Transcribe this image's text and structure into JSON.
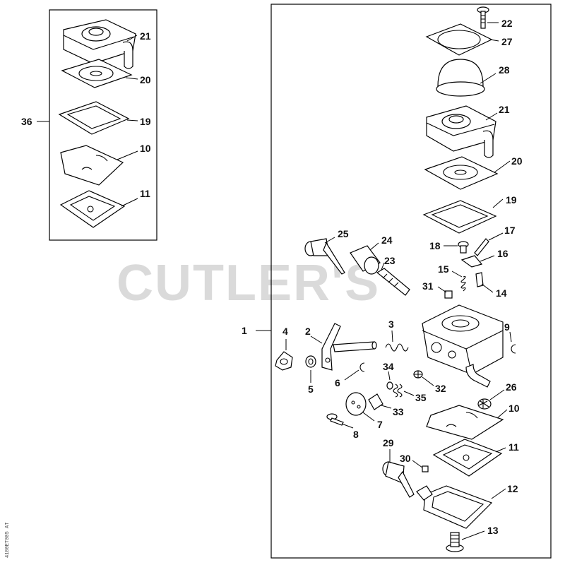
{
  "watermark": "CUTLER'S",
  "side_code": "4180ET005 AT",
  "left_panel": {
    "kit_number": "36",
    "parts": [
      "21",
      "20",
      "19",
      "10",
      "11"
    ]
  },
  "main_panel": {
    "assembly_number": "1",
    "parts": [
      "22",
      "27",
      "28",
      "21",
      "20",
      "19",
      "25",
      "24",
      "23",
      "17",
      "18",
      "16",
      "15",
      "14",
      "31",
      "4",
      "2",
      "3",
      "9",
      "5",
      "6",
      "34",
      "32",
      "35",
      "33",
      "7",
      "8",
      "26",
      "10",
      "11",
      "29",
      "30",
      "12",
      "13"
    ]
  }
}
